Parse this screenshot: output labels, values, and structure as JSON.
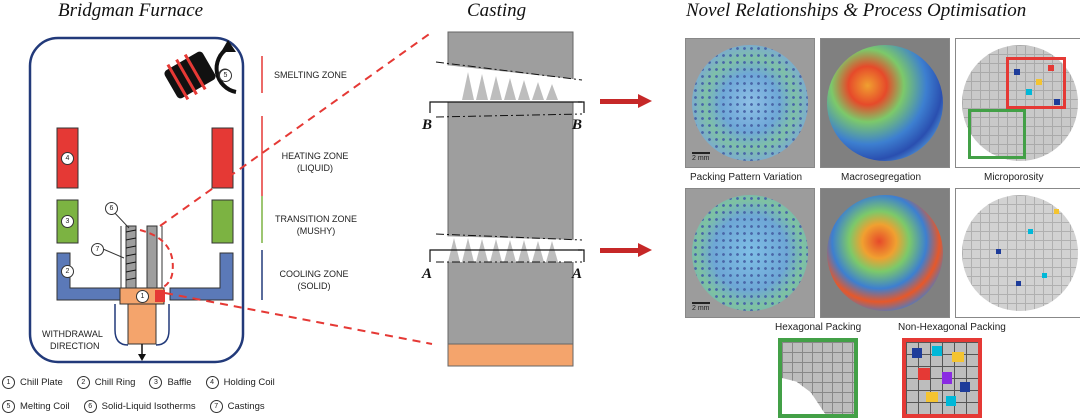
{
  "titles": {
    "furnace": "Bridgman Furnace",
    "casting": "Casting",
    "relationships": "Novel Relationships & Process Optimisation"
  },
  "zones": {
    "smelting": "SMELTING ZONE",
    "heating_1": "HEATING ZONE",
    "heating_2": "(LIQUID)",
    "transition_1": "TRANSITION ZONE",
    "transition_2": "(MUSHY)",
    "cooling_1": "COOLING ZONE",
    "cooling_2": "(SOLID)"
  },
  "withdrawal": {
    "line1": "WITHDRAWAL",
    "line2": "DIRECTION"
  },
  "numbers": {
    "n1": "1",
    "n2": "2",
    "n3": "3",
    "n4": "4",
    "n5": "5",
    "n6": "6",
    "n7": "7"
  },
  "legend": [
    {
      "num": "1",
      "label": "Chill Plate"
    },
    {
      "num": "2",
      "label": "Chill Ring"
    },
    {
      "num": "3",
      "label": "Baffle"
    },
    {
      "num": "4",
      "label": "Holding Coil"
    },
    {
      "num": "5",
      "label": "Melting Coil"
    },
    {
      "num": "6",
      "label": "Solid-Liquid Isotherms"
    },
    {
      "num": "7",
      "label": "Castings"
    }
  ],
  "sections": {
    "b_left": "B",
    "b_right": "B",
    "a_left": "A",
    "a_right": "A"
  },
  "panel_labels": {
    "packing": "Packing Pattern Variation",
    "macro": "Macrosegregation",
    "micro": "Microporosity",
    "hex": "Hexagonal Packing",
    "nonhex": "Non-Hexagonal Packing"
  },
  "scale_label": "2 mm",
  "colors": {
    "red": "#e53935",
    "green": "#43a047",
    "blue": "#5b79b8",
    "orange": "#f4a46c",
    "navy": "#223a7a",
    "casting_gray": "#9e9e9e"
  }
}
